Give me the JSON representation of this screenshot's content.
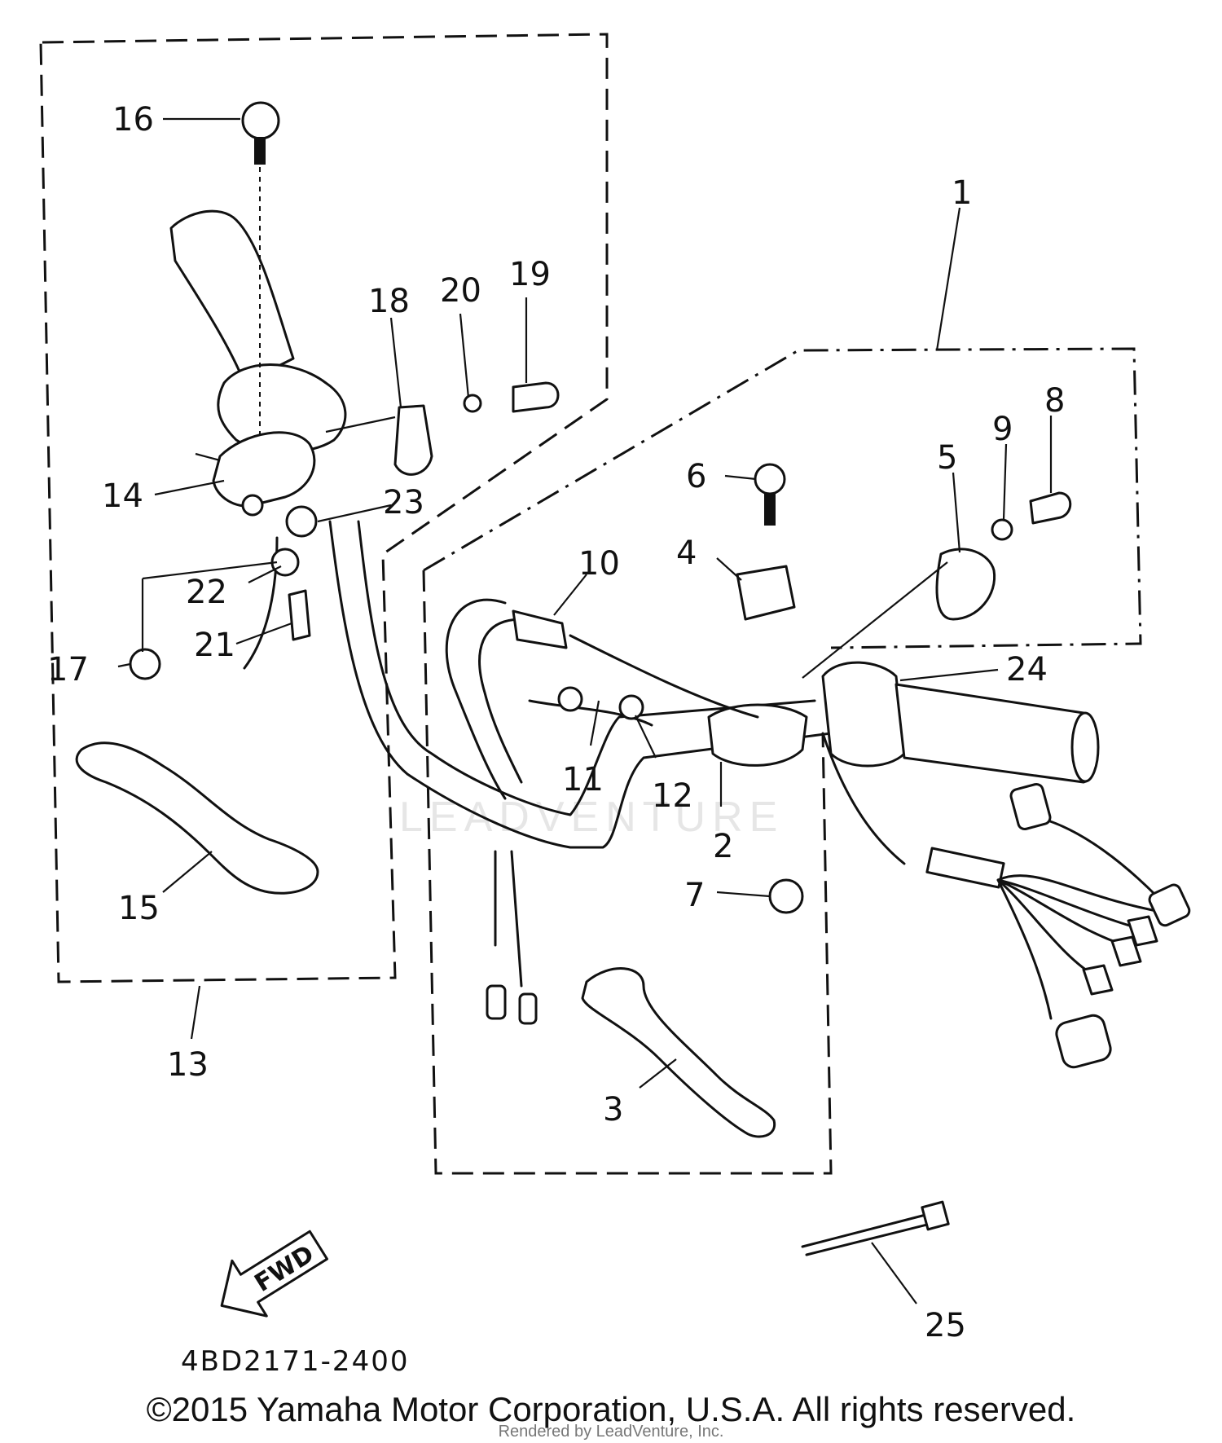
{
  "diagram": {
    "drawing_number": "4BD2171-2400",
    "fwd_label": "FWD",
    "watermark": "LEADVENTURE",
    "callouts": [
      "1",
      "2",
      "3",
      "4",
      "5",
      "6",
      "7",
      "8",
      "9",
      "10",
      "11",
      "12",
      "13",
      "14",
      "15",
      "16",
      "17",
      "18",
      "19",
      "20",
      "21",
      "22",
      "23",
      "24",
      "25"
    ]
  },
  "footer": {
    "copyright": "©2015 Yamaha Motor Corporation, U.S.A. All rights reserved.",
    "rendered_by": "Rendered by LeadVenture, Inc."
  }
}
